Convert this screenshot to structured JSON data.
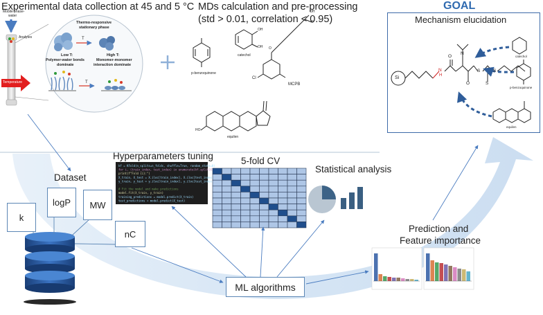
{
  "sections": {
    "experimental_title": "Experimental data collection at 45 and 5 °C",
    "md_title_line1": "MDs calculation and pre-processing",
    "md_title_line2": "(std > 0.01, correlation < 0.95)",
    "goal": "GOAL",
    "goal_subtitle": "Mechanism elucidation",
    "hyper": "Hyperparameters tuning",
    "cv": "5-fold CV",
    "stat": "Statistical analysis",
    "dataset": "Dataset",
    "prediction_line1": "Prediction and",
    "prediction_line2": "Feature importance",
    "ml": "ML algorithms"
  },
  "experiment": {
    "mobile_phase": "Mobile phase-",
    "water": "water",
    "analytes": "Analytes",
    "temperature": "Temperature",
    "stationary_line1": "Thermo-responsive",
    "stationary_line2": "stationary phase",
    "low_t": "Low T:",
    "low_line1": "Polymer-water bonds",
    "low_line2": "dominate",
    "high_t": "High T:",
    "high_line1": "Monomer-monomer",
    "high_line2": "interaction dominate",
    "t_symbol": "T"
  },
  "molecules": {
    "p_benzoquinone": "p-benzoquinone",
    "catechol": "catechol",
    "mcpb": "MCPB",
    "equilen": "equilen",
    "cl": "Cl",
    "ho": "HO",
    "oh": "OH",
    "o": "O"
  },
  "goal_structure": {
    "si": "Si",
    "n": "N",
    "h": "H",
    "o": "O",
    "s": "S"
  },
  "descriptors": {
    "k": "k",
    "logP": "logP",
    "MW": "MW",
    "nC": "nC"
  },
  "code_lines": [
    "kf = KFold(n_splits=n_folds, shuffle=True, random_state=0)",
    "for i, (train_index, test_index) in enumerate(kf.split(X)):",
    "    print(f\"Fold {i}:\")",
    "    X_train, X_test = X.iloc[train_index], X.iloc[test_index]",
    "    y_train, y_test = y.iloc[train_index], y.iloc[test_index]",
    "",
    "    # Fit the model and make predictions",
    "    model.fit(X_train, y_train)",
    "    training_predictions = model.predict(X_train)",
    "    test_predictions = model.predict(X_test)"
  ],
  "colors": {
    "accent": "#2f6ab0",
    "box_border": "#5b86b5",
    "cv_cell": "#aec6e6",
    "cv_diag": "#1f4e8c",
    "arc": "#d6e6f5",
    "stat": "#3a5f82",
    "dashed_arrow": "#2f5d9a",
    "nh_red": "#d02020"
  },
  "icons": {
    "plus": "plus-icon",
    "database": "database-icon",
    "pie": "pie-chart-icon",
    "bars": "bar-chart-icon"
  },
  "cv_grid": {
    "rows": 10,
    "cols": 10
  }
}
